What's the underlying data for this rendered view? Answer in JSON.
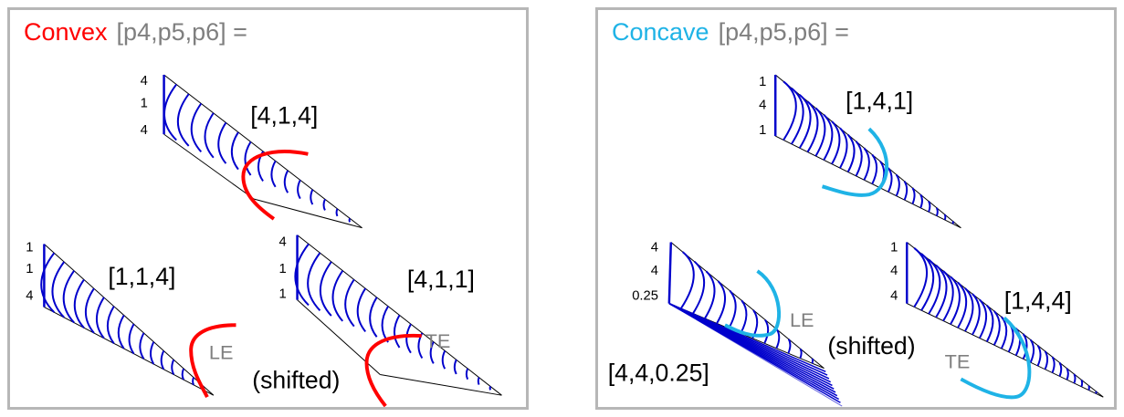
{
  "colors": {
    "convex": "#ff0000",
    "concave": "#1fb3e6",
    "mesh": "#0000cc",
    "label_gray": "#7f7f7f",
    "border": "#b7b7b7"
  },
  "panels": [
    {
      "keyword": "Convex",
      "params_label": "[p4,p5,p6] =",
      "curve_color": "#ff0000",
      "plots": [
        {
          "label": "[4,1,4]",
          "ticks": [
            "4",
            "1",
            "4"
          ]
        },
        {
          "label": "[1,1,4]",
          "ticks": [
            "1",
            "1",
            "4"
          ]
        },
        {
          "label": "[4,1,1]",
          "ticks": [
            "4",
            "1",
            "1"
          ]
        }
      ],
      "annotations": {
        "le": "LE",
        "te": "TE",
        "shifted": "(shifted)"
      }
    },
    {
      "keyword": "Concave",
      "params_label": "[p4,p5,p6] =",
      "curve_color": "#1fb3e6",
      "plots": [
        {
          "label": "[1,4,1]",
          "ticks": [
            "1",
            "4",
            "1"
          ]
        },
        {
          "label": "[4,4,0.25]",
          "ticks": [
            "4",
            "4",
            "0.25"
          ]
        },
        {
          "label": "[1,4,4]",
          "ticks": [
            "1",
            "4",
            "4"
          ]
        }
      ],
      "annotations": {
        "le": "LE",
        "te": "TE",
        "shifted": "(shifted)"
      }
    }
  ]
}
